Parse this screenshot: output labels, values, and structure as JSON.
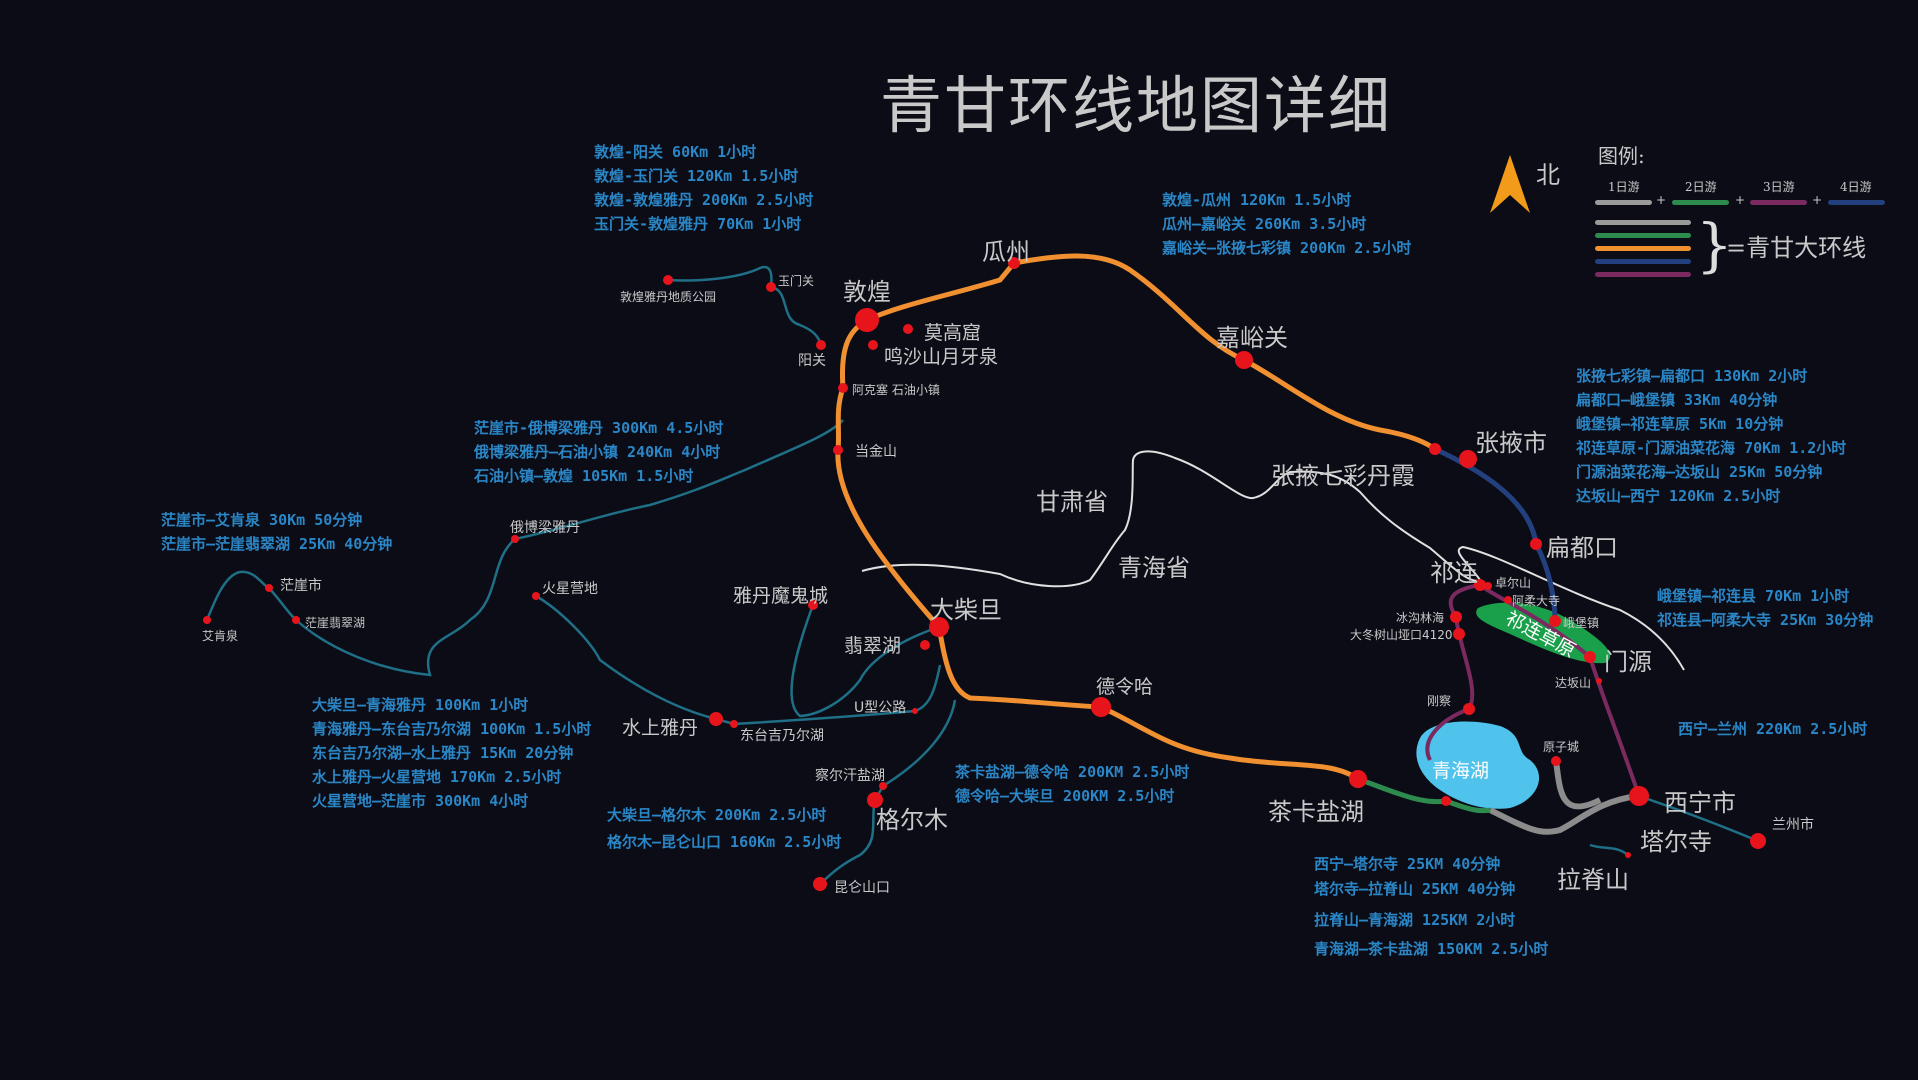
{
  "title": "青甘环线地图详细",
  "north": {
    "label": "北",
    "icon": "north-arrow-icon",
    "color": "#f29a1a"
  },
  "legend": {
    "title": "图例:",
    "items": [
      {
        "label": "1日游",
        "color": "#9a9a9a"
      },
      {
        "label": "2日游",
        "color": "#2e8b4e"
      },
      {
        "label": "3日游",
        "color": "#7a2a5e"
      },
      {
        "label": "4日游",
        "color": "#23407e"
      }
    ],
    "plus": "+",
    "combined_colors": [
      "#9a9a9a",
      "#2e8b4e",
      "#f09030",
      "#23407e",
      "#7a2a5e"
    ],
    "combined_label": "=青甘大环线"
  },
  "colors": {
    "background": "#0b0c16",
    "route_orange": "#f09030",
    "route_teal": "#1f6f86",
    "marker": "#e8141c",
    "info_text": "#2b86c6",
    "lake": "#4fc3ec",
    "grassland": "#1aa04a",
    "border": "#e0e0e0"
  },
  "provinces": {
    "gansu": "甘肃省",
    "qinghai": "青海省"
  },
  "places": {
    "dunhuang": "敦煌",
    "guazhou": "瓜州",
    "jiayuguan": "嘉峪关",
    "zhangye_danxia": "张掖七彩丹霞",
    "zhangye": "张掖市",
    "biandukou": "扁都口",
    "qilian": "祁连",
    "zhuoershan": "卓尔山",
    "arou": "阿柔大寺",
    "ebao": "峨堡镇",
    "qilian_grassland": "祁连草原",
    "menyuan": "门源",
    "dabanshan": "达坂山",
    "xining": "西宁市",
    "lanzhou": "兰州市",
    "taersi": "塔尔寺",
    "lajishan": "拉脊山",
    "qinghaihu": "青海湖",
    "yuanzicheng": "原子城",
    "gangcha": "刚察",
    "binggou": "冰沟林海",
    "dadongshu": "大冬树山垭口4120",
    "chaka": "茶卡盐湖",
    "delingha": "德令哈",
    "dachaidan": "大柴旦",
    "feicuihu": "翡翠湖",
    "yadan_ghost": "雅丹魔鬼城",
    "dangjinshan": "当金山",
    "akesai": "阿克塞  石油小镇",
    "yangguan": "阳关",
    "yumenguan": "玉门关",
    "dunhuang_yadan": "敦煌雅丹地质公园",
    "mogao": "莫高窟",
    "mingsha": "鸣沙山月牙泉",
    "u_road": "U型公路",
    "shuishang": "水上雅丹",
    "dongtai": "东台吉乃尔湖",
    "chaerhan": "察尔汗盐湖",
    "geermu": "格尔木",
    "kunlun": "昆仑山口",
    "ebo_liang": "俄博梁雅丹",
    "mars_camp": "火星营地",
    "mangya": "茫崖市",
    "mangya_feicui": "茫崖翡翠湖",
    "aikenquan": "艾肯泉"
  },
  "routes": {
    "dunhuang_west": [
      "敦煌-阳关 60Km 1小时",
      "敦煌-玉门关 120Km 1.5小时",
      "敦煌-敦煌雅丹 200Km 2.5小时",
      "玉门关-敦煌雅丹 70Km 1小时"
    ],
    "north_loop": [
      "敦煌-瓜州 120Km 1.5小时",
      "瓜州—嘉峪关 260Km 3.5小时",
      "嘉峪关—张掖七彩镇 200Km 2.5小时"
    ],
    "zhangye_xining": [
      "张掖七彩镇—扁都口 130Km 2小时",
      "扁都口—峨堡镇 33Km 40分钟",
      "峨堡镇—祁连草原 5Km 10分钟",
      "祁连草原-门源油菜花海 70Km 1.2小时",
      "门源油菜花海—达坂山 25Km 50分钟",
      "达坂山—西宁 120Km 2.5小时"
    ],
    "qilian": [
      "峨堡镇—祁连县 70Km 1小时",
      "祁连县—阿柔大寺 25Km 30分钟"
    ],
    "lanzhou": [
      "西宁—兰州 220Km  2.5小时"
    ],
    "mangya_dunhuang": [
      "茫崖市-俄博梁雅丹 300Km 4.5小时",
      "俄博梁雅丹—石油小镇 240Km 4小时",
      "石油小镇—敦煌 105Km 1.5小时"
    ],
    "mangya_local": [
      "茫崖市—艾肯泉 30Km 50分钟",
      "茫崖市—茫崖翡翠湖 25Km 40分钟"
    ],
    "dachaidan_west": [
      "大柴旦—青海雅丹 100Km 1小时",
      "青海雅丹—东台吉乃尔湖 100Km 1.5小时",
      "东台吉乃尔湖—水上雅丹 15Km 20分钟",
      "水上雅丹—火星营地 170Km 2.5小时",
      "火星营地—茫崖市 300Km 4小时"
    ],
    "geermu": [
      "大柴旦—格尔木 200Km 2.5小时",
      "格尔木—昆仑山口 160Km 2.5小时"
    ],
    "chaka_delingha": [
      "茶卡盐湖—德令哈 200KM  2.5小时",
      "德令哈—大柴旦 200KM  2.5小时"
    ],
    "xining_chaka": [
      "西宁—塔尔寺 25KM  40分钟",
      "塔尔寺—拉脊山 25KM  40分钟",
      "拉脊山—青海湖 125KM  2小时",
      "青海湖—茶卡盐湖 150KM  2.5小时"
    ]
  }
}
